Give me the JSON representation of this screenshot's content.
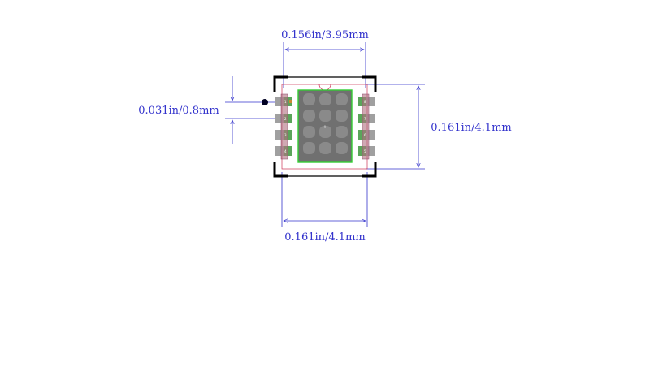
{
  "dimensions": {
    "top_width": "0.156in/3.95mm",
    "pitch": "0.031in/0.8mm",
    "height": "0.161in/4.1mm",
    "bottom_width": "0.161in/4.1mm"
  },
  "pins": {
    "left": [
      "1",
      "2",
      "3",
      "4"
    ],
    "right": [
      "8",
      "7",
      "6",
      "5"
    ]
  },
  "center_pad_label": "9",
  "colors": {
    "dimension": "#3333cc",
    "outline": "#000000",
    "courtyard": "#cc3355",
    "pad_grey": "#a0a0a0",
    "pad_green": "#5aa55a",
    "thermal_pad": "#707070",
    "thermal_outline": "#33cc33"
  }
}
